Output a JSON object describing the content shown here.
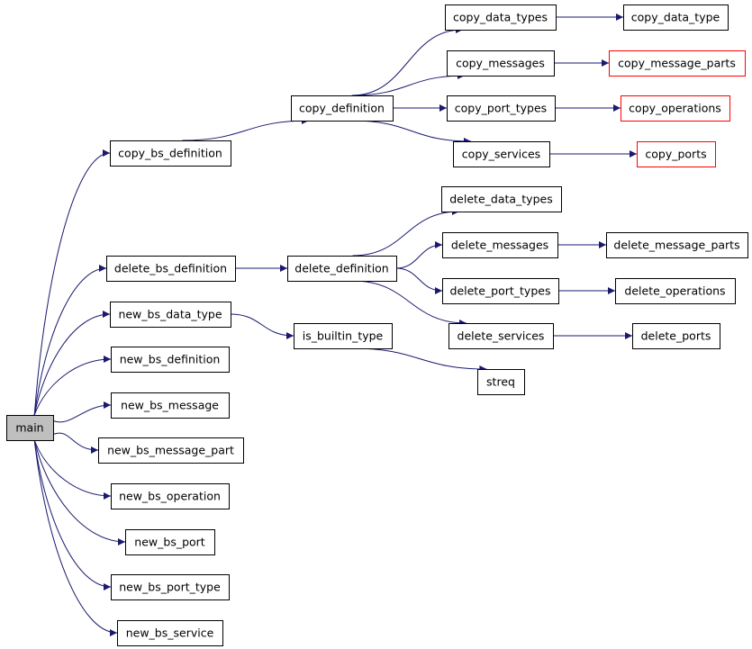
{
  "colors": {
    "edge": "#191970",
    "border": "#000000",
    "truncated_border": "#ff0000",
    "root_fill": "#bfbfbf",
    "fill": "#ffffff"
  },
  "nodes": [
    {
      "id": "main",
      "label": "main",
      "style": "root"
    },
    {
      "id": "copy_bs_definition",
      "label": "copy_bs_definition",
      "style": "normal"
    },
    {
      "id": "copy_definition",
      "label": "copy_definition",
      "style": "normal"
    },
    {
      "id": "copy_data_types",
      "label": "copy_data_types",
      "style": "normal"
    },
    {
      "id": "copy_data_type",
      "label": "copy_data_type",
      "style": "normal"
    },
    {
      "id": "copy_messages",
      "label": "copy_messages",
      "style": "normal"
    },
    {
      "id": "copy_message_parts",
      "label": "copy_message_parts",
      "style": "truncated"
    },
    {
      "id": "copy_port_types",
      "label": "copy_port_types",
      "style": "normal"
    },
    {
      "id": "copy_operations",
      "label": "copy_operations",
      "style": "truncated"
    },
    {
      "id": "copy_services",
      "label": "copy_services",
      "style": "normal"
    },
    {
      "id": "copy_ports",
      "label": "copy_ports",
      "style": "truncated"
    },
    {
      "id": "delete_bs_definition",
      "label": "delete_bs_definition",
      "style": "normal"
    },
    {
      "id": "delete_definition",
      "label": "delete_definition",
      "style": "normal"
    },
    {
      "id": "delete_data_types",
      "label": "delete_data_types",
      "style": "normal"
    },
    {
      "id": "delete_messages",
      "label": "delete_messages",
      "style": "normal"
    },
    {
      "id": "delete_message_parts",
      "label": "delete_message_parts",
      "style": "normal"
    },
    {
      "id": "delete_port_types",
      "label": "delete_port_types",
      "style": "normal"
    },
    {
      "id": "delete_operations",
      "label": "delete_operations",
      "style": "normal"
    },
    {
      "id": "delete_services",
      "label": "delete_services",
      "style": "normal"
    },
    {
      "id": "delete_ports",
      "label": "delete_ports",
      "style": "normal"
    },
    {
      "id": "new_bs_data_type",
      "label": "new_bs_data_type",
      "style": "normal"
    },
    {
      "id": "is_builtin_type",
      "label": "is_builtin_type",
      "style": "normal"
    },
    {
      "id": "streq",
      "label": "streq",
      "style": "normal"
    },
    {
      "id": "new_bs_definition",
      "label": "new_bs_definition",
      "style": "normal"
    },
    {
      "id": "new_bs_message",
      "label": "new_bs_message",
      "style": "normal"
    },
    {
      "id": "new_bs_message_part",
      "label": "new_bs_message_part",
      "style": "normal"
    },
    {
      "id": "new_bs_operation",
      "label": "new_bs_operation",
      "style": "normal"
    },
    {
      "id": "new_bs_port",
      "label": "new_bs_port",
      "style": "normal"
    },
    {
      "id": "new_bs_port_type",
      "label": "new_bs_port_type",
      "style": "normal"
    },
    {
      "id": "new_bs_service",
      "label": "new_bs_service",
      "style": "normal"
    }
  ],
  "edges": [
    {
      "from": "main",
      "to": "copy_bs_definition"
    },
    {
      "from": "main",
      "to": "delete_bs_definition"
    },
    {
      "from": "main",
      "to": "new_bs_data_type"
    },
    {
      "from": "main",
      "to": "new_bs_definition"
    },
    {
      "from": "main",
      "to": "new_bs_message"
    },
    {
      "from": "main",
      "to": "new_bs_message_part"
    },
    {
      "from": "main",
      "to": "new_bs_operation"
    },
    {
      "from": "main",
      "to": "new_bs_port"
    },
    {
      "from": "main",
      "to": "new_bs_port_type"
    },
    {
      "from": "main",
      "to": "new_bs_service"
    },
    {
      "from": "copy_bs_definition",
      "to": "copy_definition"
    },
    {
      "from": "copy_definition",
      "to": "copy_data_types"
    },
    {
      "from": "copy_definition",
      "to": "copy_messages"
    },
    {
      "from": "copy_definition",
      "to": "copy_port_types"
    },
    {
      "from": "copy_definition",
      "to": "copy_services"
    },
    {
      "from": "copy_data_types",
      "to": "copy_data_type"
    },
    {
      "from": "copy_messages",
      "to": "copy_message_parts"
    },
    {
      "from": "copy_port_types",
      "to": "copy_operations"
    },
    {
      "from": "copy_services",
      "to": "copy_ports"
    },
    {
      "from": "delete_bs_definition",
      "to": "delete_definition"
    },
    {
      "from": "delete_definition",
      "to": "delete_data_types"
    },
    {
      "from": "delete_definition",
      "to": "delete_messages"
    },
    {
      "from": "delete_definition",
      "to": "delete_port_types"
    },
    {
      "from": "delete_definition",
      "to": "delete_services"
    },
    {
      "from": "delete_messages",
      "to": "delete_message_parts"
    },
    {
      "from": "delete_port_types",
      "to": "delete_operations"
    },
    {
      "from": "delete_services",
      "to": "delete_ports"
    },
    {
      "from": "new_bs_data_type",
      "to": "is_builtin_type"
    },
    {
      "from": "is_builtin_type",
      "to": "streq"
    }
  ]
}
